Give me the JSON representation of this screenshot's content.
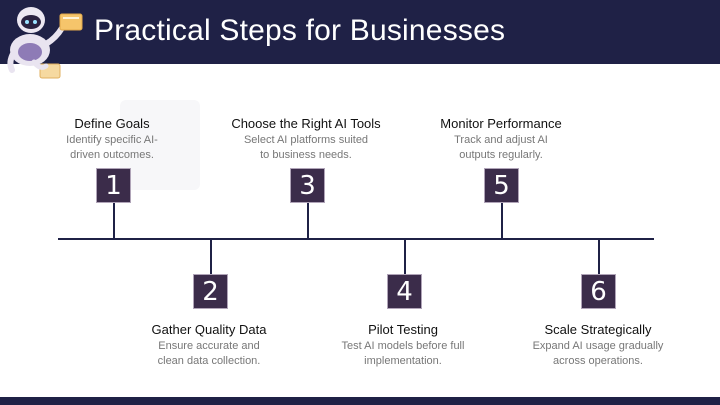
{
  "header": {
    "title": "Practical Steps for Businesses"
  },
  "colors": {
    "header_bg": "#1f2146",
    "box_bg": "#3b2c4a",
    "text_dark": "#111111",
    "text_muted": "#777777"
  },
  "steps": [
    {
      "number": "1",
      "title": "Define Goals",
      "desc_line1": "Identify specific AI-",
      "desc_line2": "driven outcomes."
    },
    {
      "number": "2",
      "title": "Gather Quality Data",
      "desc_line1": "Ensure accurate and",
      "desc_line2": "clean data collection."
    },
    {
      "number": "3",
      "title": "Choose the Right AI Tools",
      "desc_line1": "Select AI platforms suited",
      "desc_line2": "to business needs."
    },
    {
      "number": "4",
      "title": "Pilot Testing",
      "desc_line1": "Test AI models before full",
      "desc_line2": "implementation."
    },
    {
      "number": "5",
      "title": "Monitor Performance",
      "desc_line1": "Track and adjust AI",
      "desc_line2": "outputs regularly."
    },
    {
      "number": "6",
      "title": "Scale Strategically",
      "desc_line1": "Expand AI usage gradually",
      "desc_line2": "across operations."
    }
  ]
}
